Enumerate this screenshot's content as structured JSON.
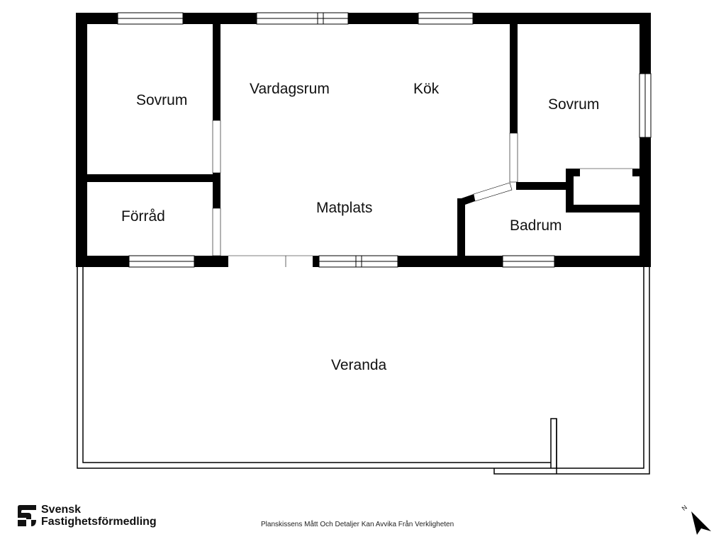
{
  "floorplan": {
    "rooms": {
      "sovrum_left": "Sovrum",
      "vardagsrum": "Vardagsrum",
      "kok": "Kök",
      "sovrum_right": "Sovrum",
      "forrad": "Förråd",
      "matplats": "Matplats",
      "badrum": "Badrum",
      "veranda": "Veranda"
    }
  },
  "footer": {
    "brand_line1": "Svensk",
    "brand_line2": "Fastighetsförmedling",
    "disclaimer": "Planskissens Mått Och Detaljer Kan Avvika Från Verkligheten",
    "compass_label": "N"
  },
  "colors": {
    "wall": "#000000",
    "background": "#ffffff"
  },
  "icons": {
    "brand_logo": "brand-logo-icon",
    "compass": "north-arrow-icon"
  }
}
